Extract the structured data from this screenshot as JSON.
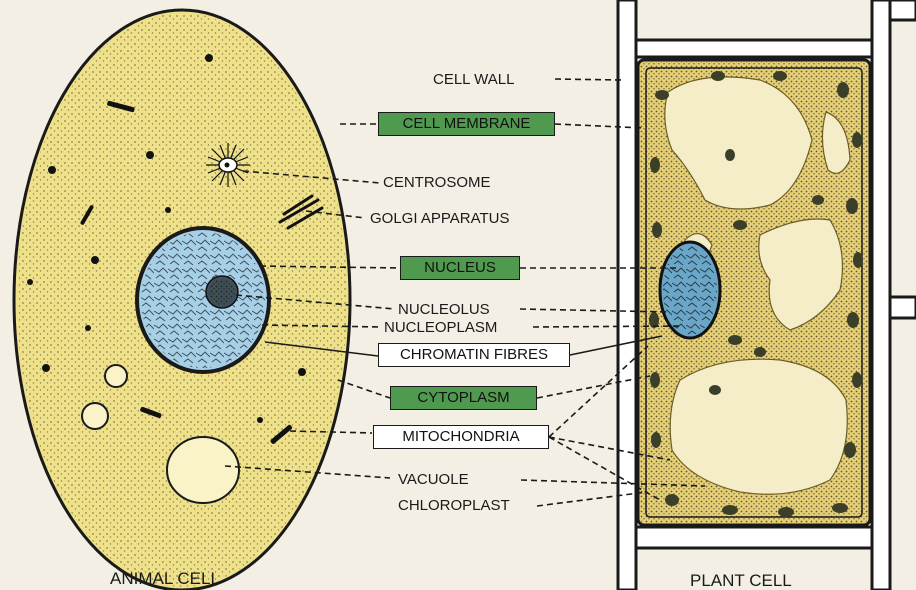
{
  "colors": {
    "cytoplasm": "#efe08a",
    "nucleus": "#a7cfe6",
    "highlight_box": "#4f9a4f",
    "plain_box": "#ffffff",
    "cell_wall": "#ffffff",
    "ink": "#1a1a1a",
    "chloroplast": "#3b3f2a"
  },
  "labels": {
    "cell_wall": "CELL WALL",
    "cell_membrane": "CELL MEMBRANE",
    "centrosome": "CENTROSOME",
    "golgi": "GOLGI APPARATUS",
    "nucleus": "NUCLEUS",
    "nucleolus": "NUCLEOLUS",
    "nucleoplasm": "NUCLEOPLASM",
    "chromatin": "CHROMATIN FIBRES",
    "cytoplasm": "CYTOPLASM",
    "mitochondria": "MITOCHONDRIA",
    "vacuole": "VACUOLE",
    "chloroplast": "CHLOROPLAST"
  },
  "captions": {
    "animal": "ANIMAL CELL",
    "plant": "PLANT CELL"
  }
}
